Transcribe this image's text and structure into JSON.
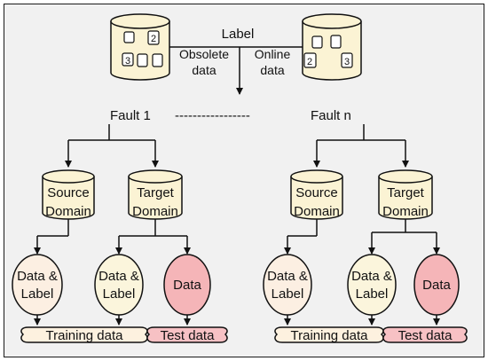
{
  "top": {
    "label": "Label",
    "obsolete": [
      "Obsolete",
      "data"
    ],
    "online": [
      "Online",
      "data"
    ]
  },
  "db_glyphs": {
    "obsolete": [
      "",
      "2",
      "3",
      "",
      ""
    ],
    "online": [
      "",
      "",
      "2",
      "3"
    ]
  },
  "fault_row": {
    "first": "Fault 1",
    "dashes": "-----------------",
    "last": "Fault n"
  },
  "groups": [
    {
      "source": [
        "Source",
        "Domain"
      ],
      "target": [
        "Target",
        "Domain"
      ],
      "source_leaf": [
        "Data &",
        "Label"
      ],
      "target_leaf": [
        "Data &",
        "Label"
      ],
      "test_leaf": "Data",
      "training_banner": "Training data",
      "test_banner": "Test data"
    },
    {
      "source": [
        "Source",
        "Domain"
      ],
      "target": [
        "Target",
        "Domain"
      ],
      "source_leaf": [
        "Data &",
        "Label"
      ],
      "target_leaf": [
        "Data &",
        "Label"
      ],
      "test_leaf": "Data",
      "training_banner": "Training data",
      "test_banner": "Test data"
    }
  ],
  "colors": {
    "cylinder_fill": "#fbf3d4",
    "source_leaf_fill": "#fcefe2",
    "target_leaf_fill": "#fbf5dc",
    "test_leaf_fill": "#f5b5b8",
    "training_banner_fill": "#fdf1df",
    "test_banner_fill": "#f7c1c4",
    "stroke": "#111111"
  }
}
